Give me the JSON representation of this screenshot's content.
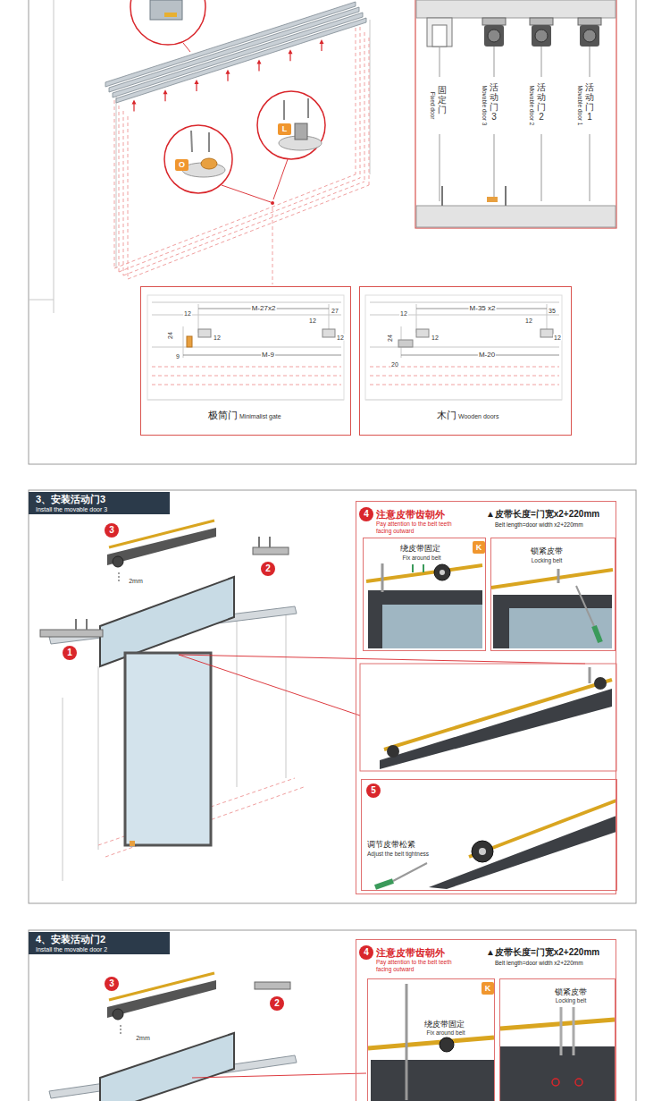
{
  "diagram": {
    "nodes": [
      {
        "text": [
          "极简门",
          "Minimalist gate"
        ]
      },
      {
        "text": [
          "木门",
          "Wooden doors"
        ]
      },
      {
        "text": [
          "O"
        ]
      },
      {
        "text": [
          "L"
        ]
      },
      {
        "text": [
          "3、安装活动门3",
          "Install the movable door 3"
        ]
      },
      {
        "text": [
          "3"
        ]
      },
      {
        "text": [
          "2"
        ]
      },
      {
        "text": [
          "1"
        ]
      },
      {
        "text": [
          "注意皮带齿朝外",
          "Pay attention to the belt teeth facing outward",
          "▲皮带长度=门宽x2+220mm",
          "Belt length=door width x2+220mm"
        ]
      },
      {
        "text": [
          "4"
        ],
        "in": 8
      },
      {
        "text": [
          "绕皮带固定",
          "Fix around belt"
        ],
        "in": 8
      },
      {
        "text": [
          "K"
        ],
        "in": 10
      },
      {
        "text": [
          "锁紧皮带",
          "Locking belt"
        ],
        "in": 8
      },
      {
        "text": [
          "调节皮带松紧",
          "Adjust the belt tightness"
        ],
        "in": 8
      },
      {
        "text": [
          "5"
        ],
        "in": 13
      },
      {
        "text": [
          "4、安装活动门2",
          "Install the movable door 2"
        ]
      },
      {
        "text": [
          "3"
        ]
      },
      {
        "text": [
          "2"
        ]
      },
      {
        "text": [
          "注意皮带齿朝外",
          "Pay attention to the belt teeth facing outward",
          "▲皮带长度=门宽x2+220mm",
          "Belt length=door width x2+220mm"
        ]
      },
      {
        "text": [
          "4"
        ],
        "in": 18
      },
      {
        "text": [
          "绕皮带固定",
          "Fix around belt"
        ],
        "in": 18
      },
      {
        "text": [
          "K"
        ],
        "in": 20
      },
      {
        "text": [
          "锁紧皮带",
          "Locking belt"
        ],
        "in": 18
      }
    ],
    "labels": [
      "固定门",
      "Fixed door",
      "活动门3",
      "Movable door 3",
      "活动门2",
      "Movable door 2",
      "活动门1",
      "Movable door 1",
      "12",
      "M-27x2",
      "27",
      "12",
      "24",
      "12",
      "12",
      "9",
      "M-9",
      "12",
      "M-35 x2",
      "35",
      "12",
      "24",
      "12",
      "12",
      "20",
      "M-20",
      "2mm",
      "2mm"
    ]
  }
}
